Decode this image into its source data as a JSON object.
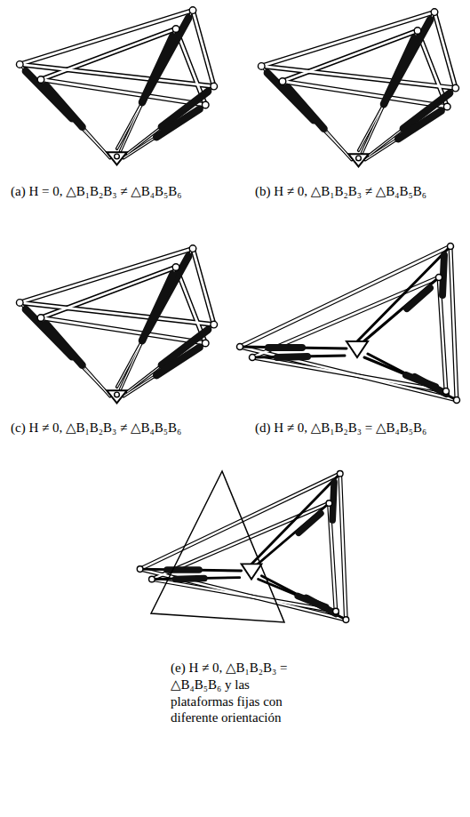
{
  "diagram": {
    "labels": [
      "(a) H = 0, △B₁B₂B₃ ≠ △B₄B₅B₆",
      "(b) H ≠ 0, △B₁B₂B₃ ≠ △B₄B₅B₆",
      "(c) H ≠ 0, △B₁B₂B₃ ≠ △B₄B₅B₆",
      "(d) H ≠ 0, △B₁B₂B₃ = △B₄B₅B₆",
      "(e) H ≠ 0, △B₁B₂B₃ = △B₄B₅B₆ y las plataformas fijas con diferente orientación"
    ]
  }
}
